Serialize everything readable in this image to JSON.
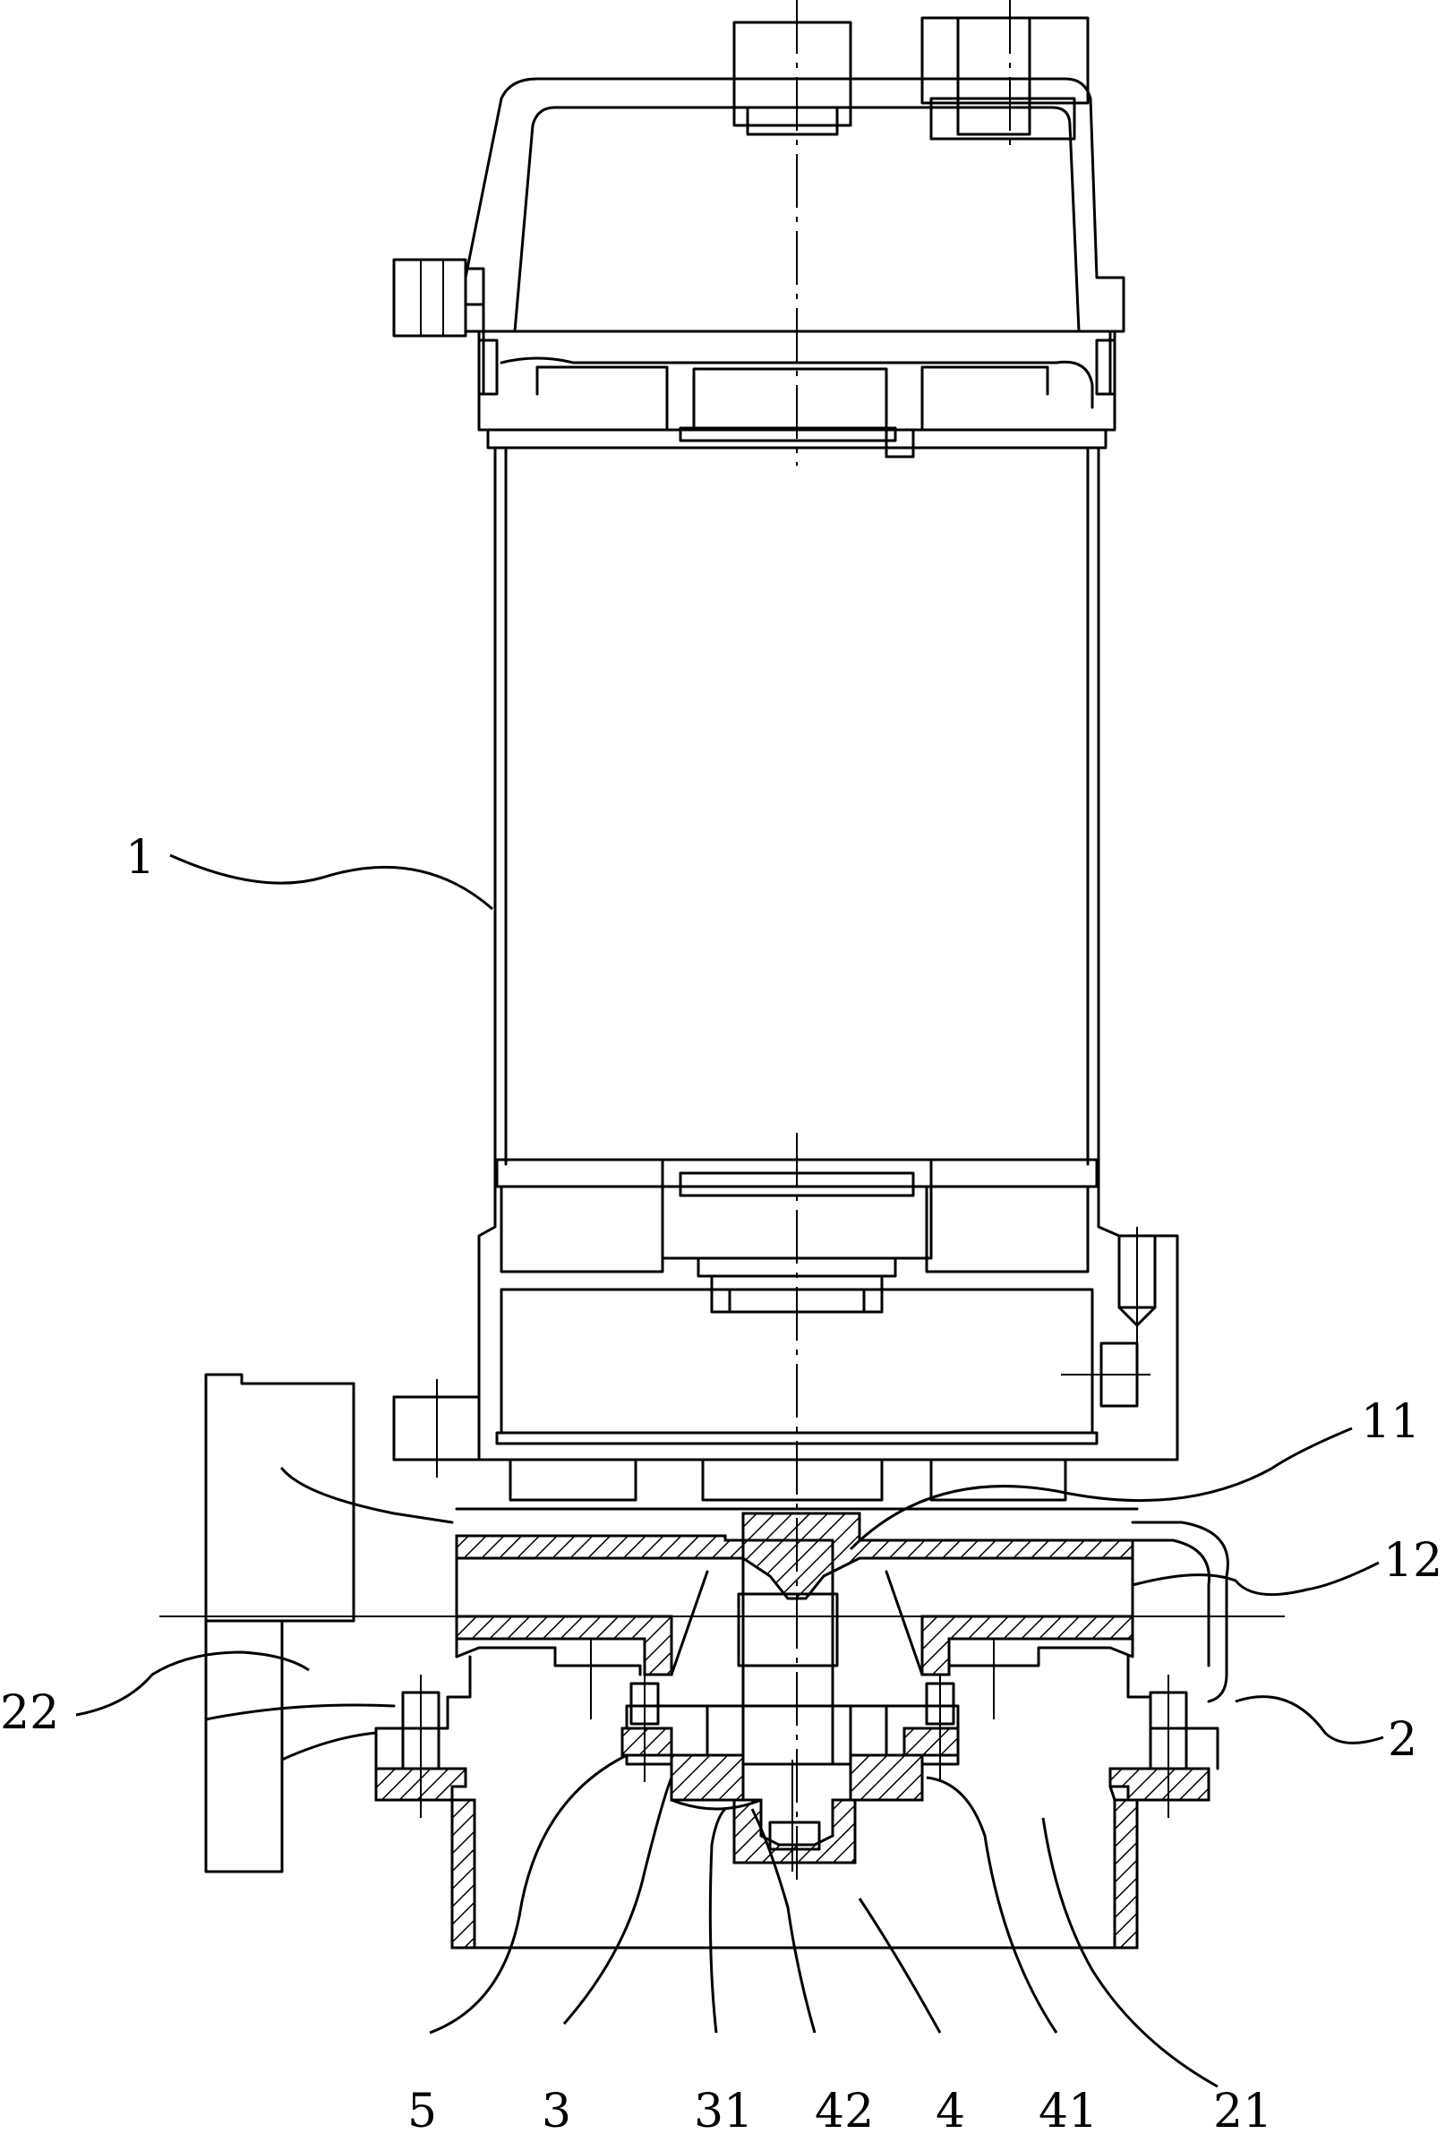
{
  "figure": {
    "labels": [
      {
        "id": "1",
        "text": "1"
      },
      {
        "id": "11",
        "text": "11"
      },
      {
        "id": "12",
        "text": "12"
      },
      {
        "id": "2",
        "text": "2"
      },
      {
        "id": "22",
        "text": "22"
      },
      {
        "id": "21",
        "text": "21"
      },
      {
        "id": "5",
        "text": "5"
      },
      {
        "id": "3",
        "text": "3"
      },
      {
        "id": "31",
        "text": "31"
      },
      {
        "id": "42",
        "text": "42"
      },
      {
        "id": "4",
        "text": "4"
      },
      {
        "id": "41",
        "text": "41"
      }
    ]
  }
}
